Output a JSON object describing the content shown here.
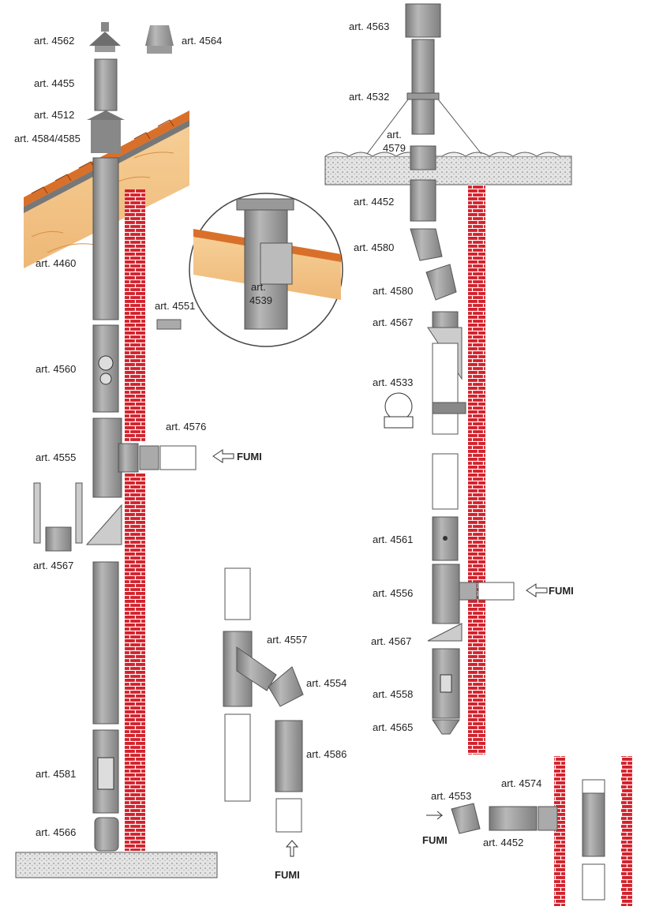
{
  "labels": {
    "a4562": "art. 4562",
    "a4564": "art. 4564",
    "a4455": "art. 4455",
    "a4512": "art. 4512",
    "a4584": "art. 4584/4585",
    "a4460": "art. 4460",
    "a4551": "art. 4551",
    "a4539_1": "art.",
    "a4539_2": "4539",
    "a4560": "art. 4560",
    "a4576": "art. 4576",
    "a4555": "art. 4555",
    "a4567_left": "art. 4567",
    "a4581": "art. 4581",
    "a4566": "art. 4566",
    "a4557": "art. 4557",
    "a4554": "art. 4554",
    "a4586": "art. 4586",
    "a4563": "art. 4563",
    "a4532": "art. 4532",
    "a4579_1": "art.",
    "a4579_2": "4579",
    "a4452_top": "art. 4452",
    "a4580_1": "art. 4580",
    "a4580_2": "art. 4580",
    "a4567_r1": "art. 4567",
    "a4533": "art. 4533",
    "a4561": "art. 4561",
    "a4556": "art. 4556",
    "a4567_r2": "art. 4567",
    "a4558": "art. 4558",
    "a4565": "art. 4565",
    "a4553": "art. 4553",
    "a4574": "art. 4574",
    "a4452_bot": "art. 4452",
    "fumi1": "FUMI",
    "fumi2": "FUMI",
    "fumi3": "FUMI",
    "fumi4": "FUMI"
  },
  "colors": {
    "pipe": "#9a9a9a",
    "pipe_dark": "#6e6e6e",
    "brick": "#d4202a",
    "mortar": "#ffffff",
    "roof_tile": "#d9702a",
    "wood": "#f4c38a",
    "floor": "#dcdcdc"
  }
}
